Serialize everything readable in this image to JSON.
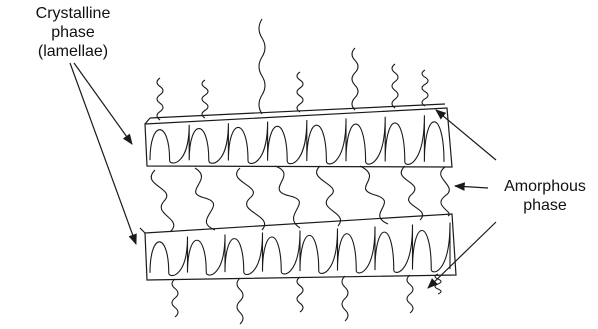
{
  "labels": {
    "crystalline": [
      "Crystalline",
      "phase",
      "(lamellae)"
    ],
    "amorphous": [
      "Amorphous",
      "phase"
    ]
  },
  "colors": {
    "ink": "#1a1a1a",
    "background": "#ffffff"
  }
}
